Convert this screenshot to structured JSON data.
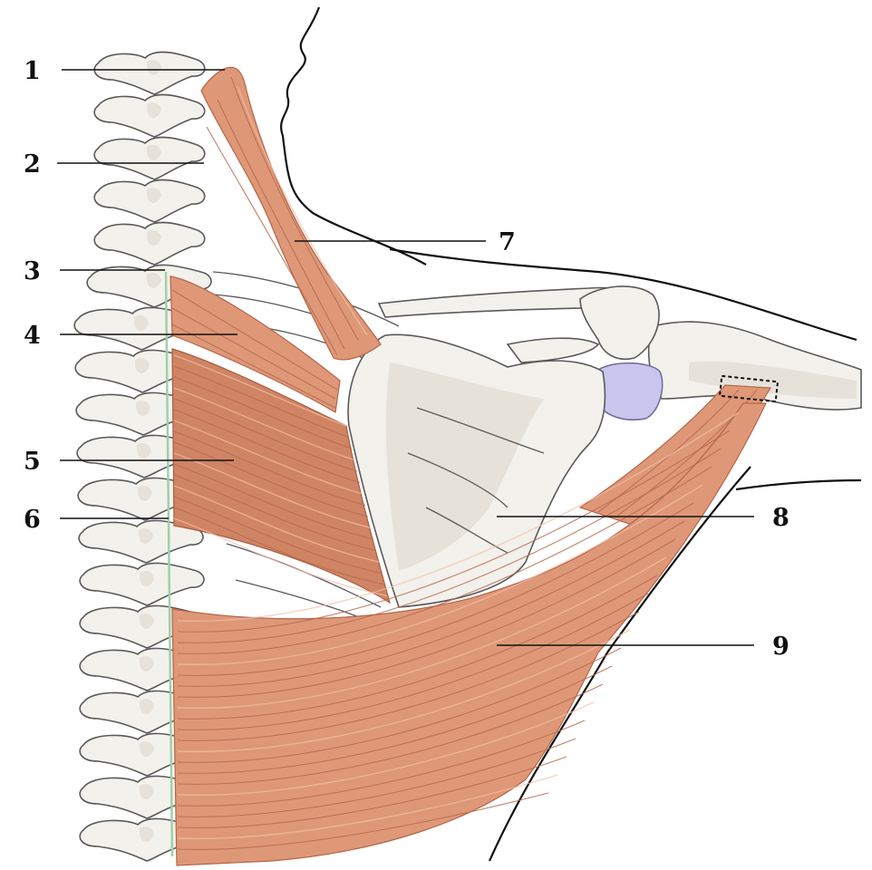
{
  "labels": [
    {
      "id": "1",
      "text": "1"
    },
    {
      "id": "2",
      "text": "2"
    },
    {
      "id": "3",
      "text": "3"
    },
    {
      "id": "4",
      "text": "4"
    },
    {
      "id": "5",
      "text": "5"
    },
    {
      "id": "6",
      "text": "6"
    },
    {
      "id": "7",
      "text": "7"
    },
    {
      "id": "8",
      "text": "8"
    },
    {
      "id": "9",
      "text": "9"
    }
  ],
  "colors": {
    "muscle": "#de9877",
    "bone": "#f3f1ec",
    "cartilage": "#c9c5ec",
    "midline": "#9fd0a8"
  }
}
